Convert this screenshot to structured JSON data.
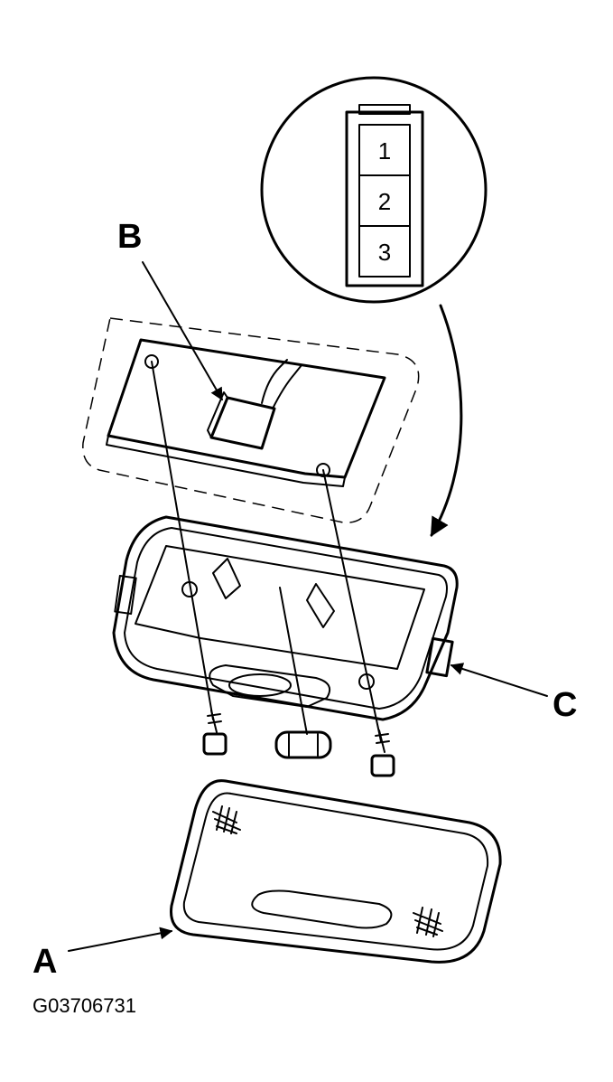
{
  "callouts": {
    "a": "A",
    "b": "B",
    "c": "C"
  },
  "connector_pins": [
    "1",
    "2",
    "3"
  ],
  "figure_id": "G03706731"
}
